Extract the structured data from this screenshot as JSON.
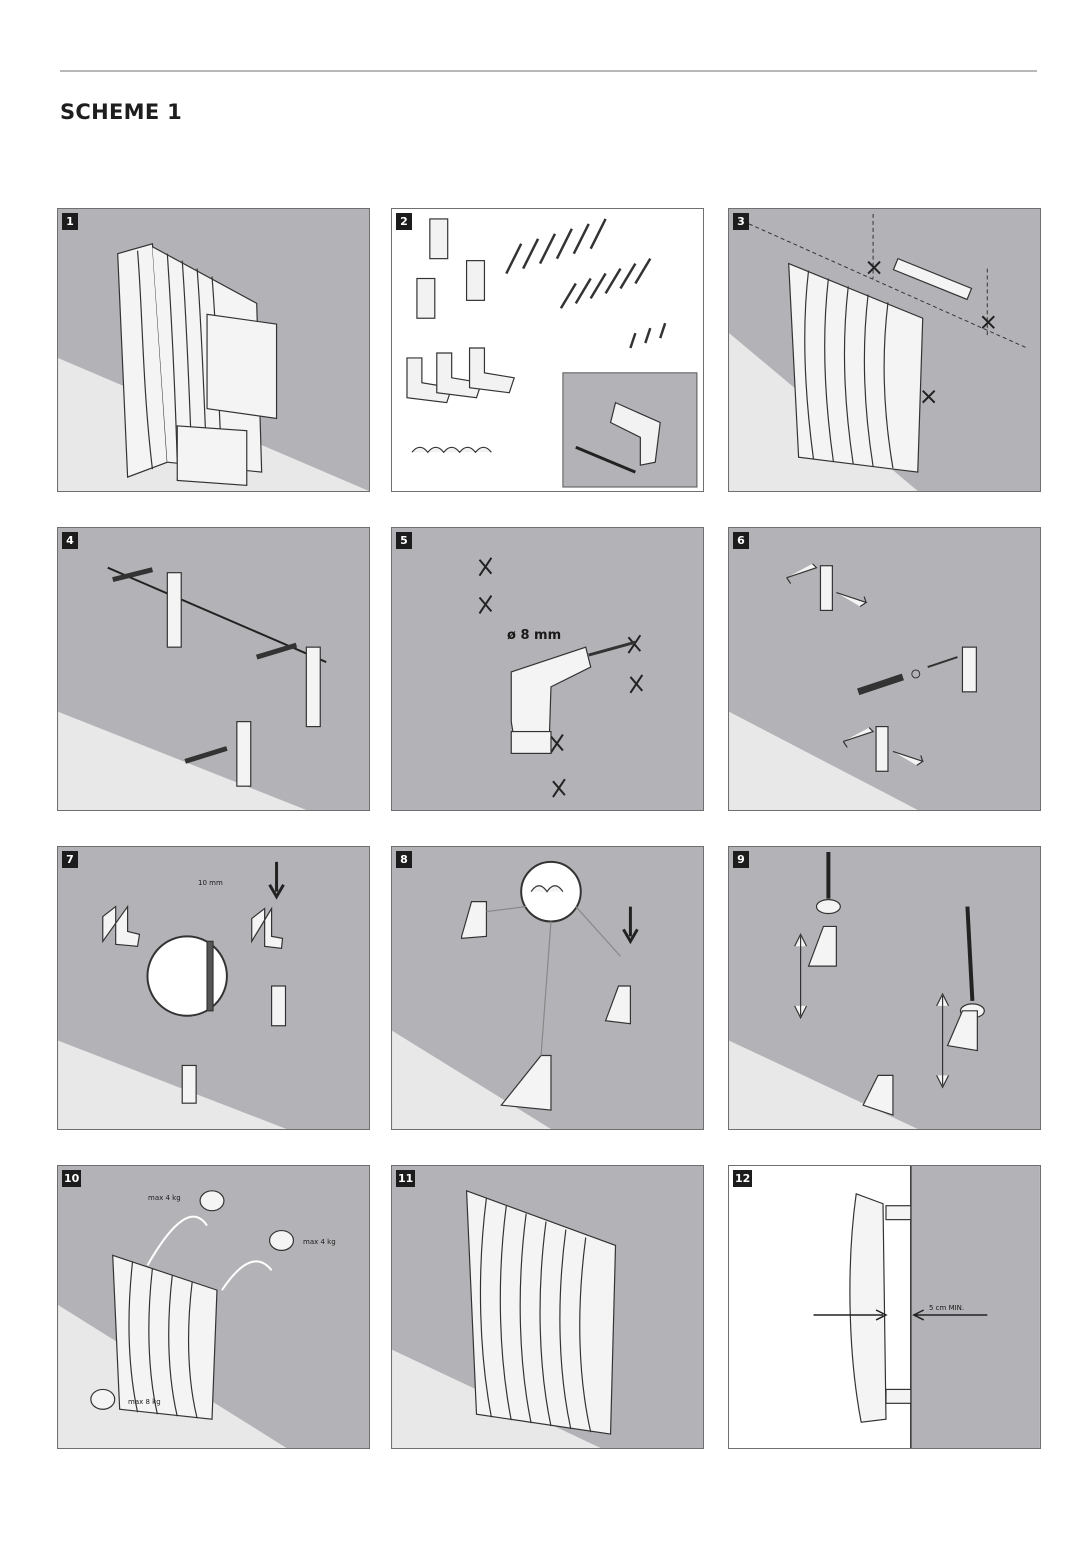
{
  "page": {
    "title": "SCHEME 1"
  },
  "steps": [
    {
      "number": "1"
    },
    {
      "number": "2"
    },
    {
      "number": "3"
    },
    {
      "number": "4"
    },
    {
      "number": "5",
      "drill_label": "ø 8 mm"
    },
    {
      "number": "6"
    },
    {
      "number": "7",
      "spacing_label": "10 mm"
    },
    {
      "number": "8"
    },
    {
      "number": "9"
    },
    {
      "number": "10",
      "weight_labels": [
        "max 4 kg",
        "max 4 kg",
        "max 8 kg"
      ]
    },
    {
      "number": "11"
    },
    {
      "number": "12",
      "clearance_label": "5 cm MIN."
    }
  ],
  "colors": {
    "panel_bg": "#b3b3b7",
    "floor": "#e6e6e6",
    "ink": "#2a2a2a"
  }
}
